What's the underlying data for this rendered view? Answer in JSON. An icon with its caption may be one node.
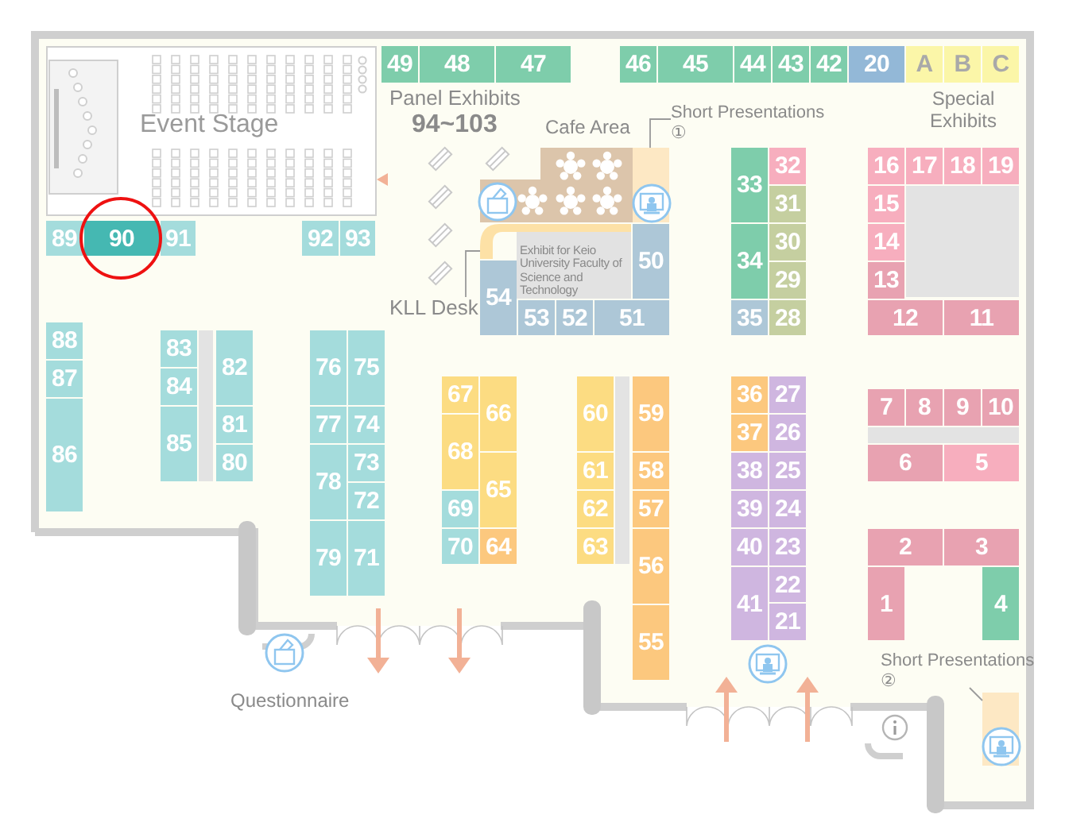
{
  "diagram": {
    "nodes": [
      {
        "text": [
          "Event Stage"
        ]
      },
      {
        "text": [
          "49"
        ]
      },
      {
        "text": [
          "48"
        ]
      },
      {
        "text": [
          "47"
        ]
      },
      {
        "text": [
          "46"
        ]
      },
      {
        "text": [
          "45"
        ]
      },
      {
        "text": [
          "44"
        ]
      },
      {
        "text": [
          "43"
        ]
      },
      {
        "text": [
          "42"
        ]
      },
      {
        "text": [
          "20"
        ]
      },
      {
        "text": [
          "A"
        ]
      },
      {
        "text": [
          "B"
        ]
      },
      {
        "text": [
          "C"
        ]
      },
      {
        "text": [
          "Cafe Area"
        ]
      },
      {
        "text": [
          "Short Presentations ①"
        ]
      },
      {
        "text": [],
        "shape": "box"
      },
      {
        "text": [
          "89"
        ]
      },
      {
        "text": [
          "90"
        ]
      },
      {
        "text": [
          "91"
        ]
      },
      {
        "text": [
          "92"
        ]
      },
      {
        "text": [
          "93"
        ]
      },
      {
        "text": [
          "KLL Desk"
        ]
      },
      {
        "text": [],
        "shape": "bar"
      },
      {
        "text": [
          "Exhibit for Keio University Faculty of Science and Technology"
        ]
      },
      {
        "text": [
          "54"
        ]
      },
      {
        "text": [
          "53"
        ]
      },
      {
        "text": [
          "52"
        ]
      },
      {
        "text": [
          "51"
        ]
      },
      {
        "text": [
          "50"
        ]
      },
      {
        "text": [
          "33"
        ]
      },
      {
        "text": [
          "32"
        ]
      },
      {
        "text": [
          "31"
        ]
      },
      {
        "text": [
          "34"
        ]
      },
      {
        "text": [
          "30"
        ]
      },
      {
        "text": [
          "29"
        ]
      },
      {
        "text": [
          "35"
        ]
      },
      {
        "text": [
          "28"
        ]
      },
      {
        "text": [
          "16"
        ]
      },
      {
        "text": [
          "17"
        ]
      },
      {
        "text": [
          "18"
        ]
      },
      {
        "text": [
          "19"
        ]
      },
      {
        "text": [
          "15"
        ]
      },
      {
        "text": [
          "14"
        ]
      },
      {
        "text": [
          "13"
        ]
      },
      {
        "text": [
          "12"
        ]
      },
      {
        "text": [
          "11"
        ]
      },
      {
        "text": [
          "88"
        ]
      },
      {
        "text": [
          "87"
        ]
      },
      {
        "text": [
          "86"
        ]
      },
      {
        "text": [
          "83"
        ]
      },
      {
        "text": [
          "84"
        ]
      },
      {
        "text": [
          "85"
        ]
      },
      {
        "text": [
          "82"
        ]
      },
      {
        "text": [
          "81"
        ]
      },
      {
        "text": [
          "80"
        ]
      },
      {
        "text": [
          "76"
        ]
      },
      {
        "text": [
          "75"
        ]
      },
      {
        "text": [
          "77"
        ]
      },
      {
        "text": [
          "74"
        ]
      },
      {
        "text": [
          "78"
        ]
      },
      {
        "text": [
          "73"
        ]
      },
      {
        "text": [
          "72"
        ]
      },
      {
        "text": [
          "79"
        ]
      },
      {
        "text": [
          "71"
        ]
      },
      {
        "text": [
          "67"
        ]
      },
      {
        "text": [
          "66"
        ]
      },
      {
        "text": [
          "68"
        ]
      },
      {
        "text": [
          "65"
        ]
      },
      {
        "text": [
          "69"
        ]
      },
      {
        "text": [
          "70"
        ]
      },
      {
        "text": [
          "64"
        ]
      },
      {
        "text": [
          "60"
        ]
      },
      {
        "text": [
          "59"
        ]
      },
      {
        "text": [
          "61"
        ]
      },
      {
        "text": [
          "58"
        ]
      },
      {
        "text": [
          "62"
        ]
      },
      {
        "text": [
          "57"
        ]
      },
      {
        "text": [
          "63"
        ]
      },
      {
        "text": [
          "56"
        ]
      },
      {
        "text": [
          "55"
        ]
      },
      {
        "text": [
          "36"
        ]
      },
      {
        "text": [
          "27"
        ]
      },
      {
        "text": [
          "37"
        ]
      },
      {
        "text": [
          "26"
        ]
      },
      {
        "text": [
          "38"
        ]
      },
      {
        "text": [
          "25"
        ]
      },
      {
        "text": [
          "39"
        ]
      },
      {
        "text": [
          "24"
        ]
      },
      {
        "text": [
          "40"
        ]
      },
      {
        "text": [
          "23"
        ]
      },
      {
        "text": [
          "41"
        ]
      },
      {
        "text": [
          "22"
        ]
      },
      {
        "text": [
          "21"
        ]
      },
      {
        "text": [
          "7"
        ]
      },
      {
        "text": [
          "8"
        ]
      },
      {
        "text": [
          "9"
        ]
      },
      {
        "text": [
          "10"
        ]
      },
      {
        "text": [
          "6"
        ]
      },
      {
        "text": [
          "5"
        ]
      },
      {
        "text": [
          "2"
        ]
      },
      {
        "text": [
          "3"
        ]
      },
      {
        "text": [
          "1"
        ]
      },
      {
        "text": [
          "4"
        ]
      },
      {
        "text": [
          "Questionnaire"
        ]
      },
      {
        "text": [
          "Short Presentations ②"
        ]
      },
      {
        "text": [],
        "shape": "box"
      }
    ],
    "edges": [
      {
        "from": 14,
        "to": 15,
        "arrow": "none"
      },
      {
        "from": 21,
        "to": 22,
        "arrow": "none"
      },
      {
        "from": 104,
        "to": 105,
        "arrow": "none"
      }
    ],
    "labels": [
      "Panel Exhibits",
      "94~103",
      "Special Exhibits"
    ]
  }
}
